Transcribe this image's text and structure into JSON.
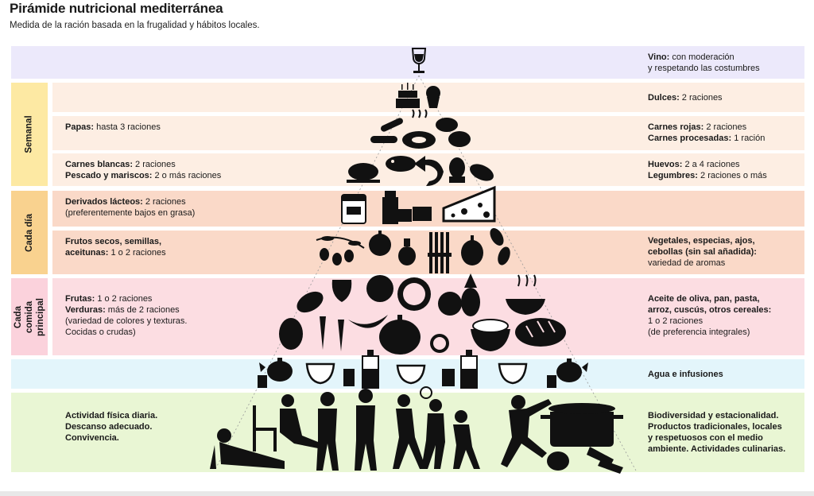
{
  "header": {
    "title": "Pirámide nutricional mediterránea",
    "subtitle": "Medida de la ración basada en la frugalidad y hábitos locales."
  },
  "brackets": {
    "semanal": "Semanal",
    "cada_dia": "Cada día",
    "cada_comida": "Cada comida principal"
  },
  "colors": {
    "vino": "#ece9fb",
    "semanal": "#fdeee3",
    "diario": "#fad9c8",
    "comida": "#fcdde2",
    "agua": "#e3f5fb",
    "actividad": "#e9f6d4",
    "bracket_semanal": "#fde9a3",
    "bracket_dia": "#f9d28f",
    "bracket_comida": "#fbd2dc"
  },
  "rows": {
    "vino": {
      "right_bold": "Vino:",
      "right_rest": " con moderación",
      "right_line2": "y respetando las costumbres"
    },
    "dulces": {
      "right_bold": "Dulces:",
      "right_rest": " 2 raciones"
    },
    "papas": {
      "left_bold": "Papas:",
      "left_rest": " hasta 3 raciones",
      "right1_bold": "Carnes rojas:",
      "right1_rest": " 2 raciones",
      "right2_bold": "Carnes procesadas:",
      "right2_rest": " 1 ración"
    },
    "carnes_blancas": {
      "left1_bold": "Carnes blancas:",
      "left1_rest": " 2 raciones",
      "left2_bold": "Pescado y mariscos:",
      "left2_rest": " 2 o más raciones",
      "right1_bold": "Huevos:",
      "right1_rest": " 2 a 4 raciones",
      "right2_bold": "Legumbres:",
      "right2_rest": " 2 raciones o más"
    },
    "lacteos": {
      "left_bold": "Derivados lácteos:",
      "left_rest": " 2 raciones",
      "left_line2": "(preferentemente bajos en grasa)"
    },
    "frutos_secos": {
      "left1_bold": "Frutos secos, semillas,",
      "left2_bold": "aceitunas:",
      "left2_rest": " 1 o 2 raciones",
      "right1_bold": "Vegetales, especias, ajos,",
      "right2_bold": "cebollas (sin sal añadida):",
      "right3": "variedad de aromas"
    },
    "frutas": {
      "left1_bold": "Frutas:",
      "left1_rest": " 1 o 2 raciones",
      "left2_bold": "Verduras:",
      "left2_rest": " más de 2 raciones",
      "left3": "(variedad de colores y texturas.",
      "left4": "Cocidas o crudas)",
      "right1_bold": "Aceite de oliva, pan, pasta,",
      "right2_bold": "arroz, cuscús, otros cereales:",
      "right3": "1 o 2 raciones",
      "right4": "(de preferencia integrales)"
    },
    "agua": {
      "right_bold": "Agua e infusiones"
    },
    "actividad": {
      "left1": "Actividad física diaria.",
      "left2": "Descanso adecuado.",
      "left3": "Convivencia.",
      "right1": "Biodiversidad y estacionalidad.",
      "right2": "Productos tradicionales, locales",
      "right3": "y respetuosos con el medio",
      "right4": "ambiente. Actividades culinarias."
    }
  },
  "icons": [
    "wine-glass-icon",
    "cake-icon",
    "cupcake-icon",
    "sausage-icon",
    "steak-icon",
    "potato-icon",
    "chicken-icon",
    "fish-icon",
    "shrimp-icon",
    "egg-icon",
    "bean-icon",
    "yogurt-jar-icon",
    "milk-bottle-icon",
    "cheese-icon",
    "olive-branch-icon",
    "garlic-icon",
    "asparagus-icon",
    "onion-icon",
    "herb-icon",
    "strawberry-icon",
    "tomato-icon",
    "orange-icon",
    "apple-icon",
    "pineapple-icon",
    "pasta-bowl-icon",
    "eggplant-icon",
    "carrot-icon",
    "banana-icon",
    "pumpkin-icon",
    "lemon-icon",
    "rice-bowl-icon",
    "bread-icon",
    "teapot-icon",
    "tea-cup-icon",
    "water-bottle-icon",
    "water-glass-icon",
    "person-stretching-icon",
    "chair-icon",
    "person-squat-icon",
    "person-standing-icon",
    "person-running-icon",
    "person-tennis-icon",
    "person-basketball-icon",
    "person-kicking-icon",
    "cooking-pot-icon",
    "vegetables-icon"
  ]
}
